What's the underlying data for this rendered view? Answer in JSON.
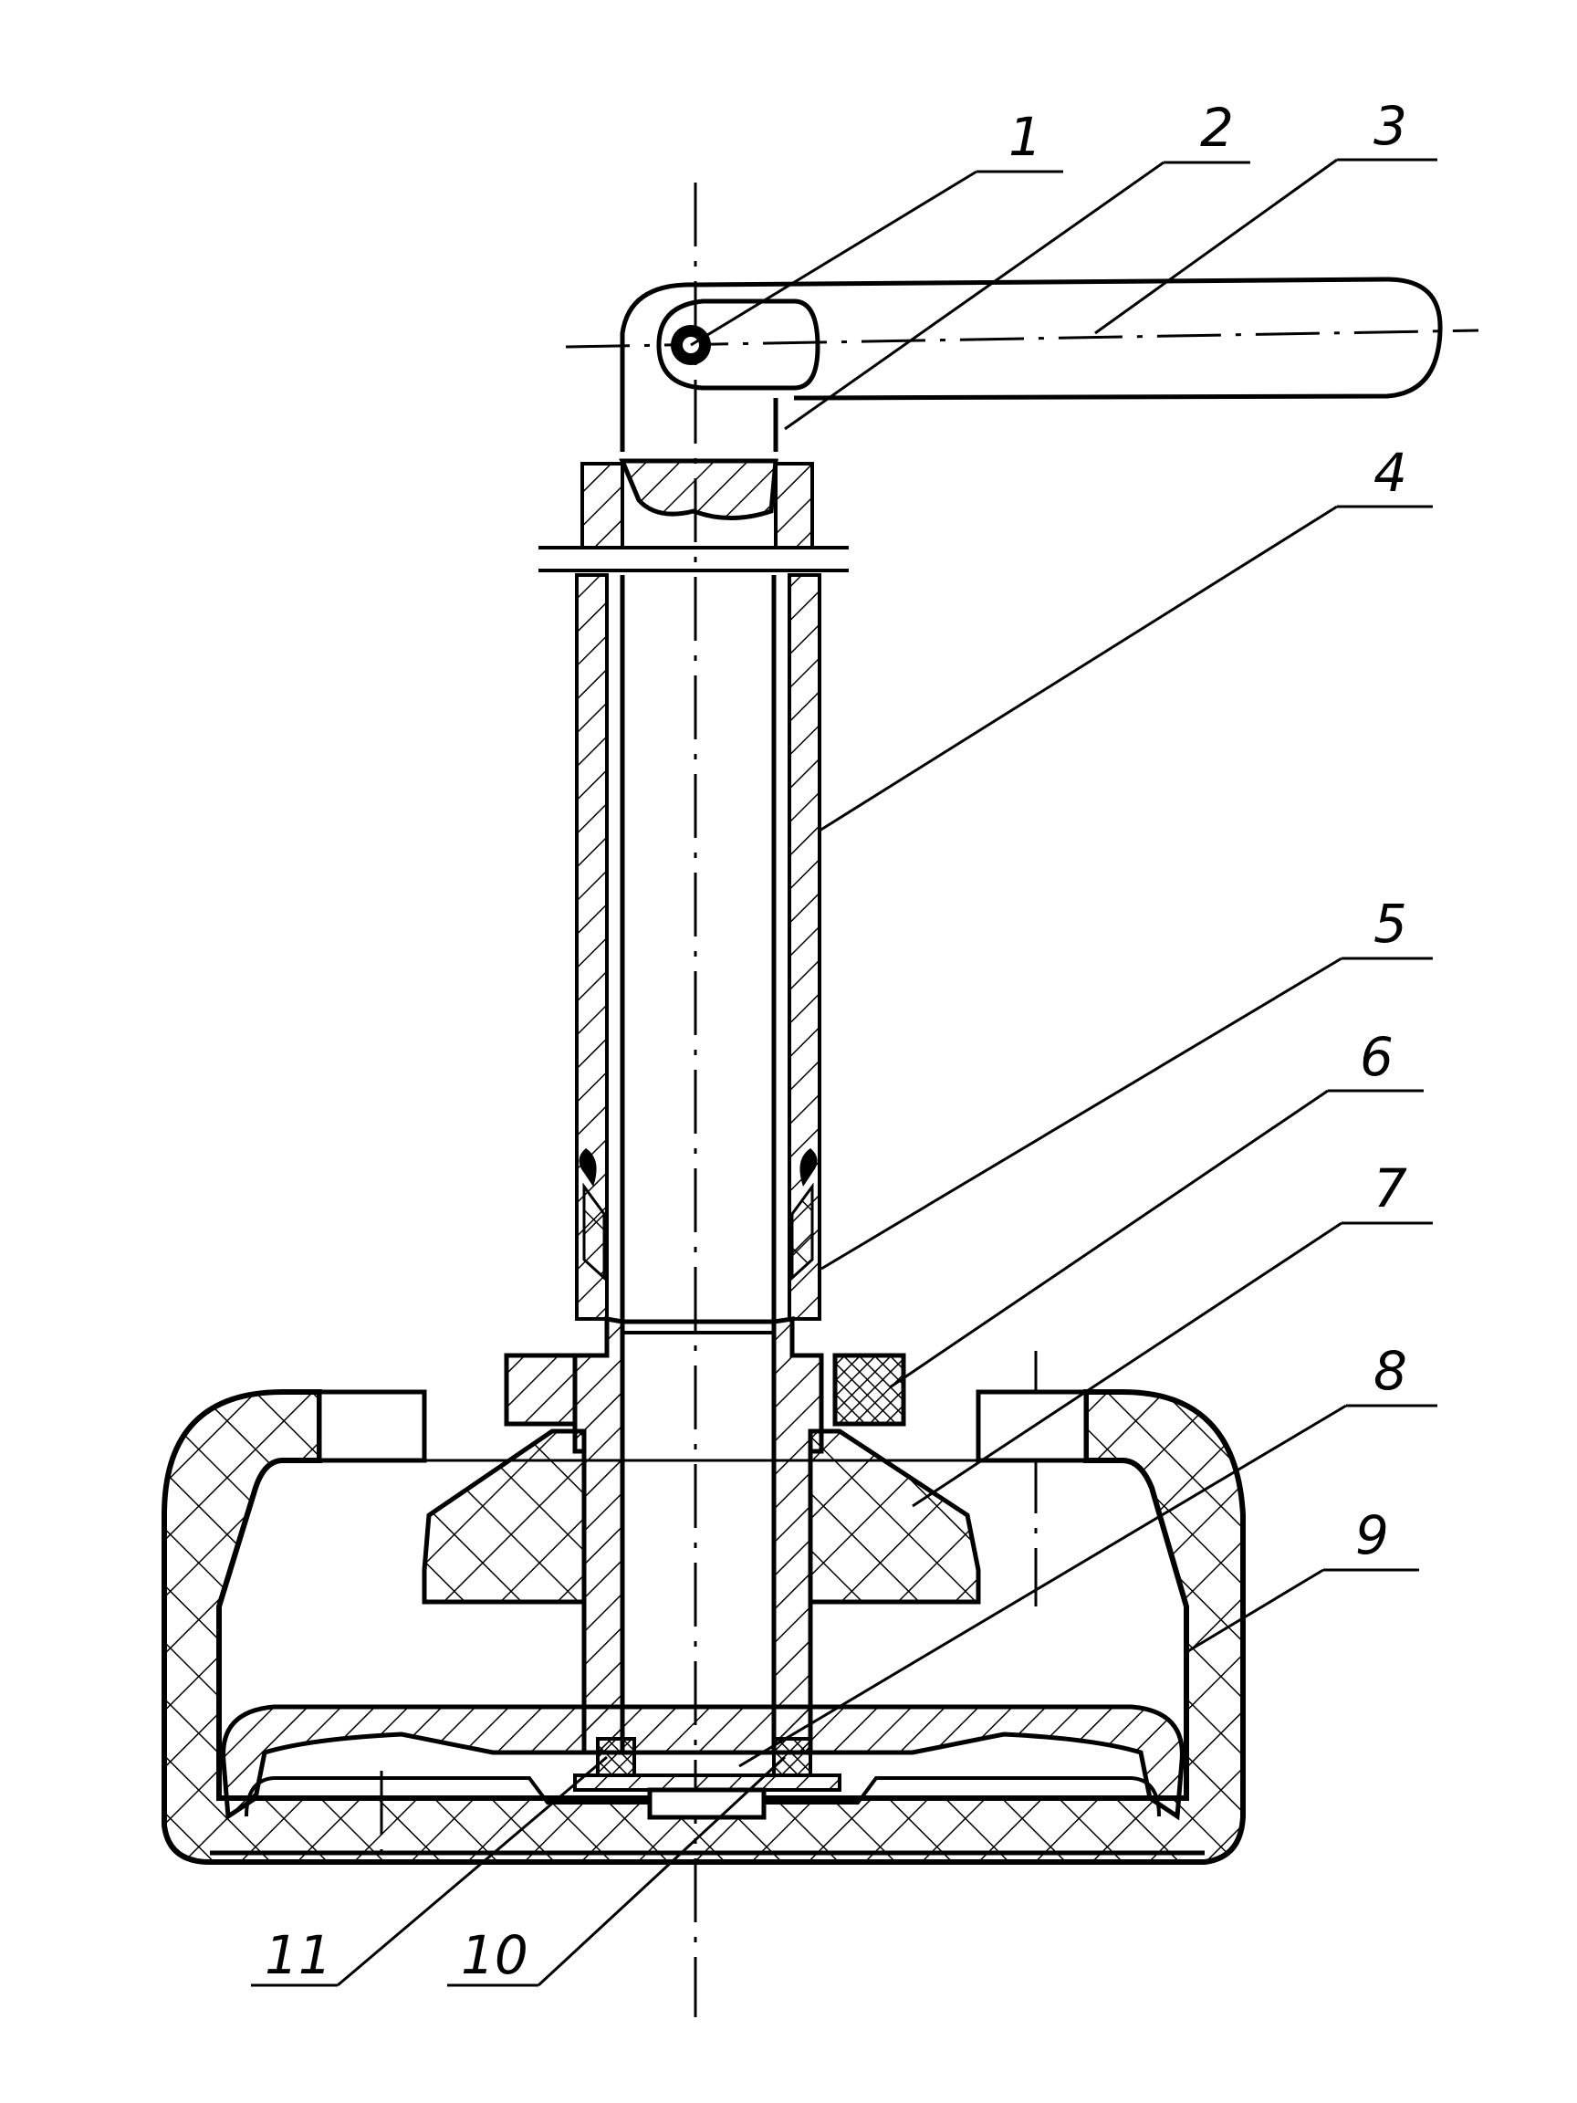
{
  "drawing": {
    "ink_color": "#000000",
    "hatch_color": "#000000",
    "background": "#ffffff"
  },
  "callouts": [
    {
      "id": "1",
      "label": "1"
    },
    {
      "id": "2",
      "label": "2"
    },
    {
      "id": "3",
      "label": "3"
    },
    {
      "id": "4",
      "label": "4"
    },
    {
      "id": "5",
      "label": "5"
    },
    {
      "id": "6",
      "label": "6"
    },
    {
      "id": "7",
      "label": "7"
    },
    {
      "id": "8",
      "label": "8"
    },
    {
      "id": "9",
      "label": "9"
    },
    {
      "id": "10",
      "label": "10"
    },
    {
      "id": "11",
      "label": "11"
    }
  ]
}
